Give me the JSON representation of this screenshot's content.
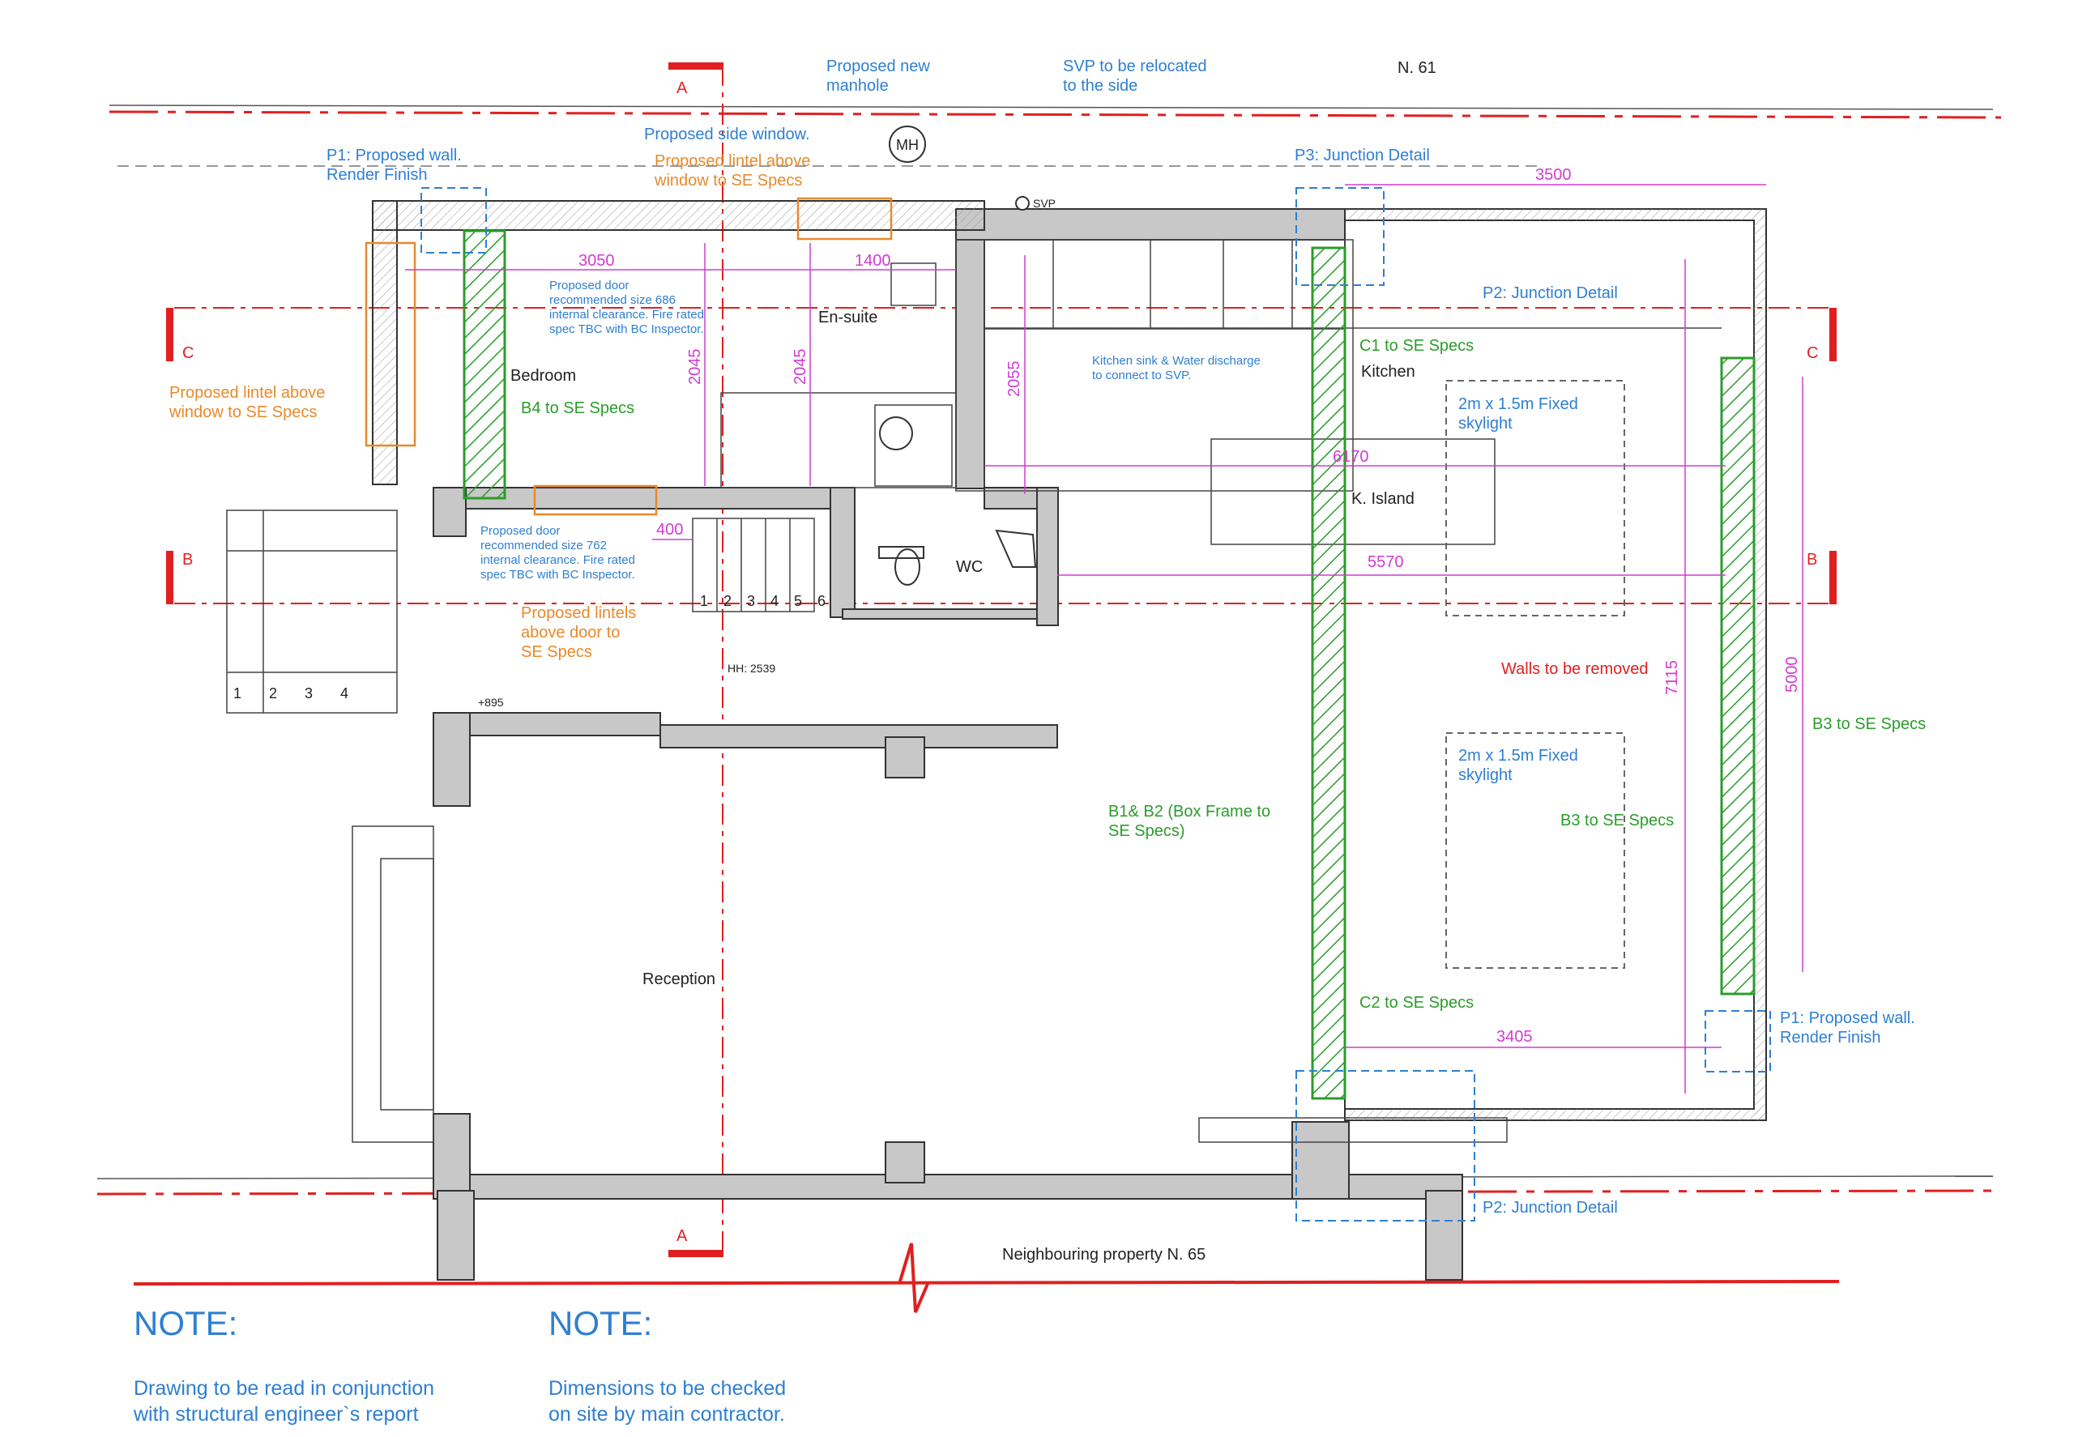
{
  "colors": {
    "blue": "#2e7fd1",
    "orange": "#e8892a",
    "green": "#2a9d2a",
    "magenta": "#d23bd2",
    "red": "#e02020",
    "wall": "#c8c8c8",
    "line": "#222222"
  },
  "labels": {
    "proposed_new_manhole": [
      "Proposed new",
      "manhole"
    ],
    "svp_relocated": [
      "SVP to be relocated",
      "to the side"
    ],
    "n61": "N. 61",
    "mh": "MH",
    "svp": "SVP",
    "proposed_side_window": "Proposed side window.",
    "p1_wall_top": [
      "P1: Proposed wall.",
      "Render Finish"
    ],
    "lintel_window_top": [
      "Proposed lintel above",
      "window to SE Specs"
    ],
    "p3_junction": "P3: Junction Detail",
    "p2_junction_top": "P2: Junction Detail",
    "p2_junction_bottom": "P2: Junction Detail",
    "p1_wall_right": [
      "P1: Proposed wall.",
      "Render Finish"
    ],
    "door_686": [
      "Proposed door",
      "recommended size 686",
      "internal clearance. Fire rated",
      "spec TBC with BC Inspector."
    ],
    "door_762": [
      "Proposed door",
      "recommended size 762",
      "internal clearance. Fire rated",
      "spec TBC with BC Inspector."
    ],
    "lintel_window_left": [
      "Proposed lintel above",
      "window to SE Specs"
    ],
    "lintels_door": [
      "Proposed lintels",
      "above door to",
      "SE Specs"
    ],
    "kitchen_sink": [
      "Kitchen sink & Water discharge",
      "to connect to SVP."
    ],
    "walls_removed": "Walls to be removed",
    "b4": "B4 to SE Specs",
    "c1": "C1 to SE Specs",
    "c2": "C2 to SE Specs",
    "b1b2": [
      "B1& B2 (Box Frame to",
      "SE Specs)"
    ],
    "b3_right": "B3 to SE Specs",
    "b3_inner": "B3 to SE Specs",
    "skylight_1": [
      "2m x 1.5m Fixed",
      "skylight"
    ],
    "skylight_2": [
      "2m x 1.5m Fixed",
      "skylight"
    ],
    "rooms": {
      "bedroom": "Bedroom",
      "ensuite": "En-suite",
      "kitchen": "Kitchen",
      "island": "K. Island",
      "wc": "WC",
      "reception": "Reception"
    },
    "neighbour": "Neighbouring property N. 65",
    "hh": "HH: 2539",
    "plus895": "+895",
    "section_a": "A",
    "section_b": "B",
    "section_c": "C",
    "stair_numbers": [
      "1",
      "2",
      "3",
      "4",
      "5",
      "6"
    ],
    "step_numbers": [
      "1",
      "2",
      "3",
      "4"
    ]
  },
  "dimensions": {
    "d3050": "3050",
    "d1400": "1400",
    "d3500": "3500",
    "d2045a": "2045",
    "d2045b": "2045",
    "d2055": "2055",
    "d6170": "6170",
    "d5570": "5570",
    "d400": "400",
    "d7115": "7115",
    "d5000": "5000",
    "d3405": "3405"
  },
  "notes": [
    {
      "heading": "NOTE:",
      "lines": [
        "Drawing to be read in conjunction",
        "with structural engineer`s report"
      ]
    },
    {
      "heading": "NOTE:",
      "lines": [
        "Dimensions to be checked",
        "on site by main contractor."
      ]
    }
  ]
}
